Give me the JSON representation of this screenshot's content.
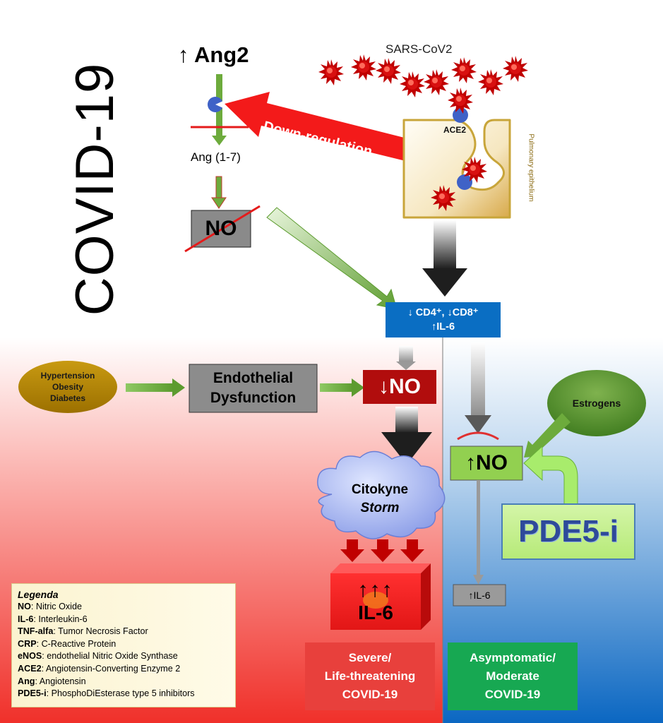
{
  "title": "COVID-19",
  "ang2": "↑ Ang2",
  "ang17": "Ang (1-7)",
  "no_crossed": "NO",
  "virus_label": "SARS-CoV2",
  "ace2_label": "ACE2",
  "downregulation": "Down-regulation",
  "pulmonary_label": "Pulmonary epithelium",
  "cd_box": {
    "line1": "↓ CD4⁺, ↓CD8⁺",
    "line2": "↑IL-6"
  },
  "risk_factors": {
    "l1": "Hypertension",
    "l2": "Obesity",
    "l3": "Diabetes"
  },
  "endothelial": {
    "l1": "Endothelial",
    "l2": "Dysfunction"
  },
  "no_down": "↓NO",
  "estrogens": "Estrogens",
  "no_up": "↑NO",
  "pde5": "PDE5-i",
  "storm": {
    "l1": "Citokyne",
    "l2": "Storm"
  },
  "il6_big": {
    "arrows": "↑↑↑",
    "label": "IL-6"
  },
  "il6_small": "↑IL-6",
  "severe": {
    "l1": "Severe/",
    "l2": "Life-threatening",
    "l3": "COVID-19"
  },
  "asymptomatic": {
    "l1": "Asymptomatic/",
    "l2": "Moderate",
    "l3": "COVID-19"
  },
  "legenda": {
    "title": "Legenda",
    "items": [
      {
        "term": "NO",
        "def": ": Nitric Oxide"
      },
      {
        "term": "IL-6",
        "def": ": Interleukin-6"
      },
      {
        "term": "TNF-alfa",
        "def": ": Tumor Necrosis Factor"
      },
      {
        "term": "CRP",
        "def": ": C-Reactive Protein"
      },
      {
        "term": "eNOS",
        "def": ": endothelial Nitric Oxide Synthase"
      },
      {
        "term": "ACE2",
        "def": ": Angiotensin-Converting Enzyme 2"
      },
      {
        "term": "Ang",
        "def": ": Angiotensin"
      },
      {
        "term": "PDE5-i",
        "def": ": PhosphoDiEsterase type 5 inhibitors"
      }
    ]
  },
  "colors": {
    "severe_bg": "#f03a32",
    "asymptomatic_bg": "#0b6fc6",
    "green_arrow": "#6dab3c",
    "dark_red": "#c00000",
    "blue_box": "#0a6ec3"
  }
}
